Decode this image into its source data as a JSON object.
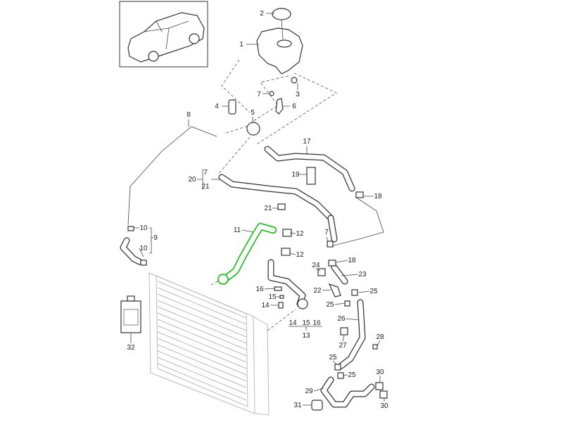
{
  "diagram": {
    "highlighted_part": "11",
    "highlight_color": "#00c000",
    "callouts": [
      "2",
      "1",
      "3",
      "7",
      "4",
      "6",
      "5",
      "8",
      "17",
      "19",
      "20",
      "7",
      "21",
      "18",
      "21",
      "10",
      "9",
      "10",
      "11",
      "12",
      "12",
      "7",
      "18",
      "24",
      "23",
      "22",
      "25",
      "25",
      "16",
      "15",
      "14",
      "14",
      "15",
      "16",
      "13",
      "26",
      "28",
      "27",
      "25",
      "25",
      "30",
      "29",
      "30",
      "31",
      "32"
    ]
  }
}
